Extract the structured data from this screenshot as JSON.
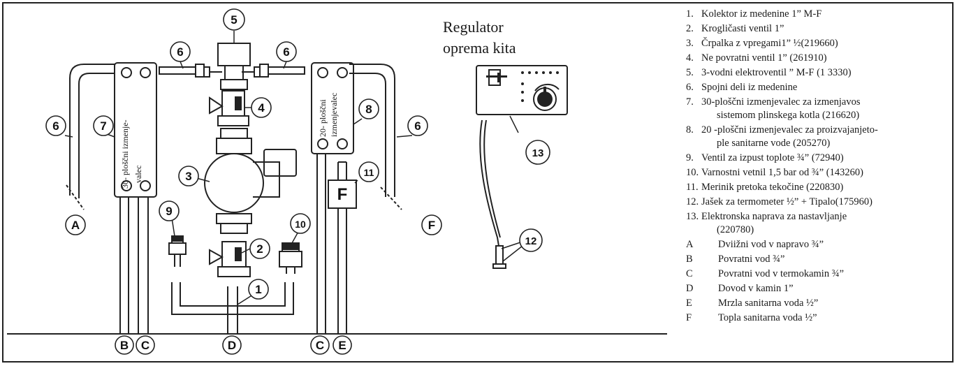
{
  "title": {
    "line1": "Regulator",
    "line2": "oprema kita"
  },
  "callouts": {
    "n1": "1",
    "n2": "2",
    "n3": "3",
    "n4": "4",
    "n5": "5",
    "n6": "6",
    "n7": "7",
    "n8": "8",
    "n9": "9",
    "n10": "10",
    "n11": "11",
    "n12": "12",
    "n13": "13",
    "A": "A",
    "B": "B",
    "C": "C",
    "D": "D",
    "E": "E",
    "F": "F",
    "flow_letter": "F"
  },
  "exchanger_labels": {
    "left": "30- ploščni izmenje-",
    "left2": "valec",
    "right": "20- ploščni",
    "right2": "izmenjevalec"
  },
  "legend": [
    {
      "num": "1.",
      "text": "Kolektor iz medenine 1” M-F"
    },
    {
      "num": "2.",
      "text": "Krogličasti ventil 1”"
    },
    {
      "num": "3.",
      "text": "Črpalka z vpregami1” ½(219660)"
    },
    {
      "num": "4.",
      "text": "Ne povratni ventil 1” (261910)"
    },
    {
      "num": "5.",
      "text": "3-vodni elektroventil ” M-F (1 3330)"
    },
    {
      "num": "6.",
      "text": "Spojni deli iz medenine"
    },
    {
      "num": "7.",
      "text": "30-ploščni izmenjevalec za izmenjavos",
      "cont": "sistemom plinskega kotla (216620)"
    },
    {
      "num": "8.",
      "text": "20 -ploščni izmenjevalec za proizvajanjeto-",
      "cont": "ple sanitarne vode (205270)"
    },
    {
      "num": "9.",
      "text": "Ventil za izpust toplote ¾” (72940)"
    },
    {
      "num": "10.",
      "text": "Varnostni vetnil 1,5 bar od ¾” (143260)"
    },
    {
      "num": "11.",
      "text": "Merinik pretoka tekočine (220830)"
    },
    {
      "num": "12.",
      "text": "Jašek za termometer ½” + Tipalo(175960)"
    },
    {
      "num": "13.",
      "text": "Elektronska naprava za nastavljanje",
      "cont": "(220780)"
    }
  ],
  "letter_legend": [
    {
      "letter": "A",
      "text": "Dviižni vod v napravo ¾”"
    },
    {
      "letter": "B",
      "text": "Povratni vod  ¾”"
    },
    {
      "letter": "C",
      "text": "Povratni vod v termokamin  ¾”"
    },
    {
      "letter": "D",
      "text": "Dovod v kamin 1”"
    },
    {
      "letter": "E",
      "text": "Mrzla sanitarna voda ½”"
    },
    {
      "letter": "F",
      "text": "Topla sanitarna voda ½”"
    }
  ]
}
